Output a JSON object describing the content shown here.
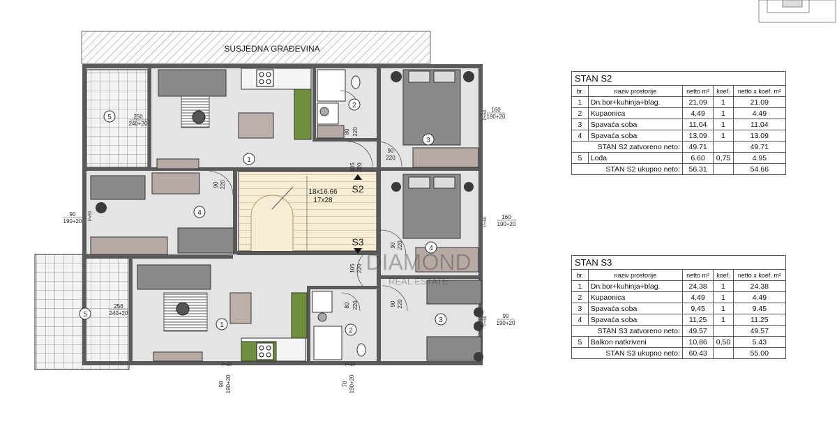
{
  "plan": {
    "neighbour_label": "SUSJEDNA GRAĐEVINA",
    "stair_label_1": "18x16.66",
    "stair_label_2": "17x28",
    "unit_s2": "S2",
    "unit_s3": "S3",
    "room_numbers": [
      "1",
      "2",
      "3",
      "4",
      "5"
    ],
    "openings": {
      "w250": "250",
      "w240": "240+20",
      "w256": "256",
      "w240b": "240+20",
      "w160a": "160",
      "w190a": "190+20",
      "w160b": "160",
      "w190b": "190+20",
      "w90a": "90",
      "w190c": "190+20",
      "w90b": "90",
      "w190d": "190+20",
      "w90c": "90",
      "w190e": "190+20",
      "w70": "70",
      "w190f": "190+20",
      "d80": "80",
      "d220": "220",
      "d90": "90",
      "d220b": "220",
      "d105": "105",
      "d220c": "220",
      "d90b": "90",
      "d220d": "220",
      "d105b": "105",
      "d220e": "220",
      "d80b": "80",
      "d220f": "220",
      "d90c": "90",
      "d220g": "220",
      "d90d": "90",
      "d220h": "220",
      "p50": "P=50"
    },
    "watermark": "DIAMOND",
    "watermark_sub": "REAL ESTATE"
  },
  "tables": {
    "s2": {
      "title": "STAN S2",
      "headers": [
        "br.",
        "naziv prostorije",
        "netto m²",
        "koef.",
        "netto x koef. m²"
      ],
      "rows": [
        [
          "1",
          "Dn.bor+kuhinja+blag.",
          "21,09",
          "1",
          "21.09"
        ],
        [
          "2",
          "Kupaonica",
          "4,49",
          "1",
          "4.49"
        ],
        [
          "3",
          "Spavaća soba",
          "11,04",
          "1",
          "11.04"
        ],
        [
          "4",
          "Spavaća soba",
          "13,09",
          "1",
          "13.09"
        ]
      ],
      "closed_label": "STAN S2 zatvoreno neto:",
      "closed_netto": "49.71",
      "closed_total": "49.71",
      "extra_row": [
        "5",
        "Lođa",
        "6.60",
        "0,75",
        "4.95"
      ],
      "total_label": "STAN S2 ukupno neto:",
      "total_netto": "56.31",
      "total_total": "54.66"
    },
    "s3": {
      "title": "STAN S3",
      "headers": [
        "br.",
        "naziv prostorije",
        "netto m²",
        "koef.",
        "netto x koef. m²"
      ],
      "rows": [
        [
          "1",
          "Dn.bor+kuhinja+blag.",
          "24,38",
          "1",
          "24.38"
        ],
        [
          "2",
          "Kupaonica",
          "4,49",
          "1",
          "4.49"
        ],
        [
          "3",
          "Spavaća soba",
          "9,45",
          "1",
          "9.45"
        ],
        [
          "4",
          "Spavaća soba",
          "11,25",
          "1",
          "11.25"
        ]
      ],
      "closed_label": "STAN S3 zatvoreno neto:",
      "closed_netto": "49.57",
      "closed_total": "49.57",
      "extra_row": [
        "5",
        "Balkon natkriveni",
        "10,86",
        "0,50",
        "5.43"
      ],
      "total_label": "STAN S3 ukupno neto:",
      "total_netto": "60.43",
      "total_total": "55.00"
    }
  }
}
